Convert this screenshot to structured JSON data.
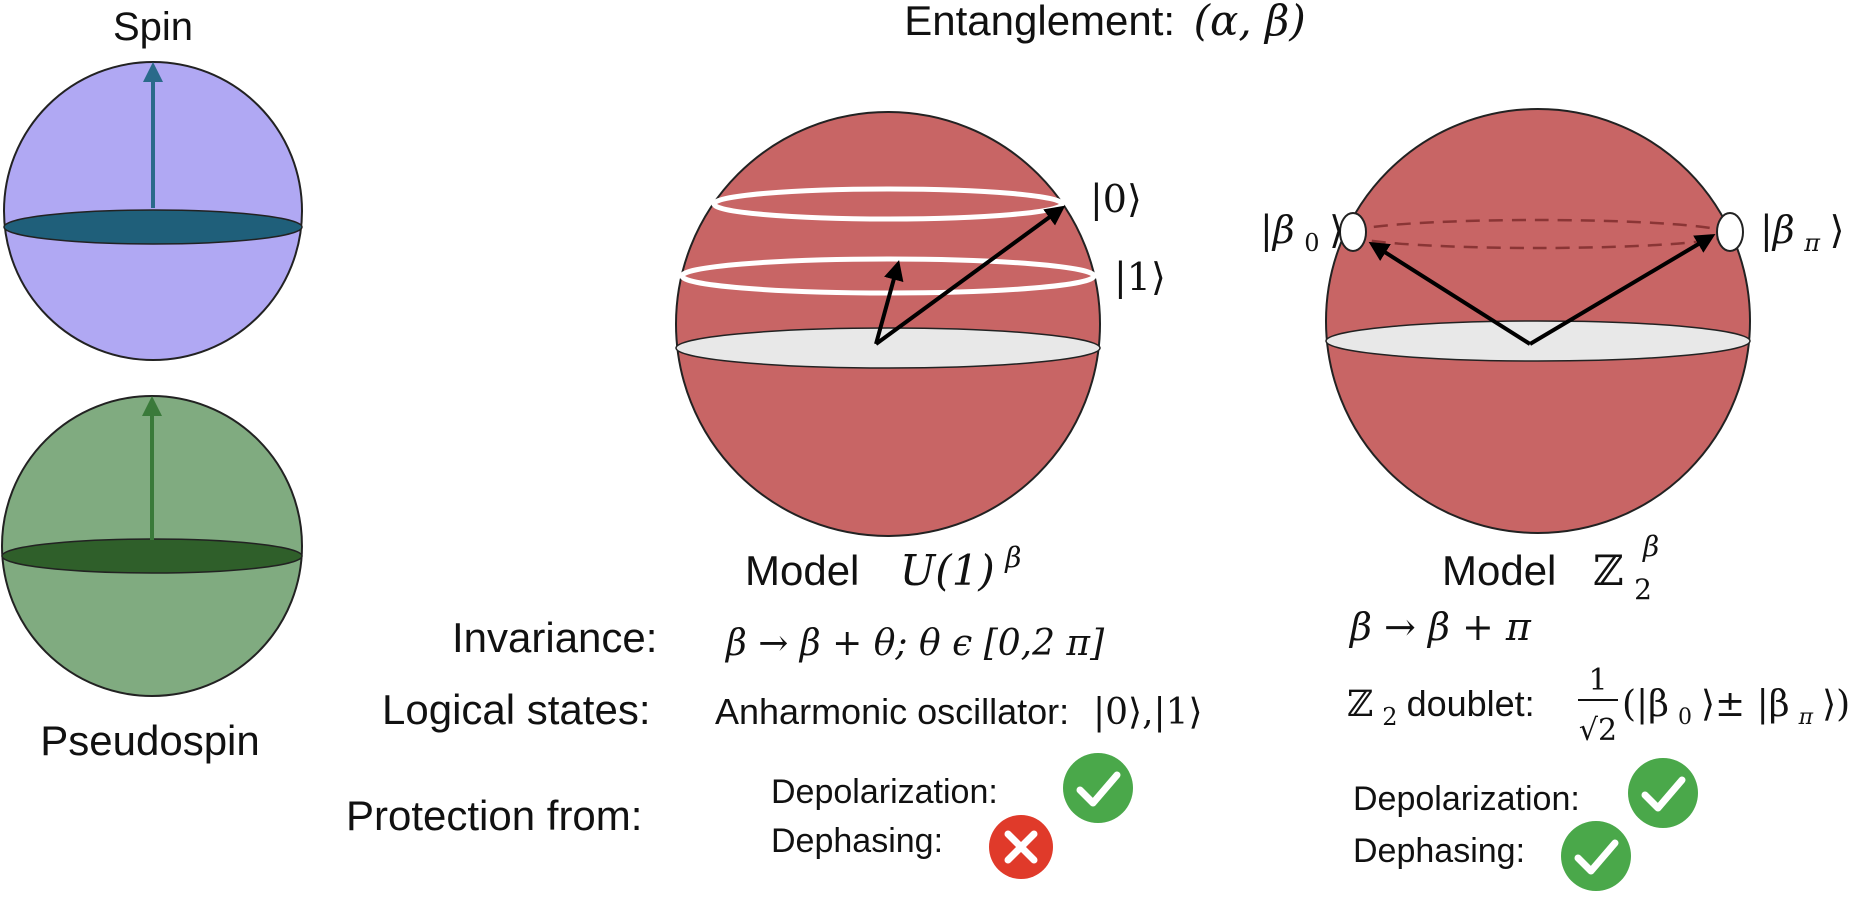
{
  "titles": {
    "spin": "Spin",
    "pseudospin": "Pseudospin",
    "entanglement": "Entanglement:",
    "entanglement_params": "(α, β)"
  },
  "model_u1": {
    "label": "Model",
    "group_base": "U(1)",
    "group_sup": "β",
    "state0": "|0⟩",
    "state1": "|1⟩",
    "invariance_label": "Invariance:",
    "invariance_expr": "β → β + θ;  θ ϵ [0,2 π]",
    "logical_label": "Logical states:",
    "logical_text": "Anharmonic oscillator:",
    "logical_states": "|0⟩,|1⟩",
    "protection_label": "Protection from:",
    "protection": [
      {
        "label": "Depolarization:",
        "status": "yes"
      },
      {
        "label": "Dephasing:",
        "status": "no"
      }
    ]
  },
  "model_z2": {
    "label": "Model",
    "group_base": "ℤ",
    "group_sub": "2",
    "group_sup": "β",
    "state_left_base": "|β",
    "state_left_sub": "0",
    "state_right_base": "|β",
    "state_right_sub": "π",
    "ket_close": "⟩",
    "invariance_expr": "β → β + π",
    "doublet_label_base": "ℤ",
    "doublet_label_sub": "2",
    "doublet_label_text": " doublet:",
    "frac_num": "1",
    "frac_den": "√2",
    "doublet_expr": "(|β",
    "doublet_sub0": "0",
    "doublet_mid": "⟩± |β",
    "doublet_subpi": "π",
    "doublet_end": "⟩)",
    "protection": [
      {
        "label": "Depolarization:",
        "status": "yes"
      },
      {
        "label": "Dephasing:",
        "status": "yes"
      }
    ]
  },
  "colors": {
    "spin_sphere": "#b0a8f3",
    "spin_equator": "#1f5f7a",
    "spin_arrow": "#2a6a8a",
    "pseudospin_sphere": "#80ab80",
    "pseudospin_equator": "#2f5f2a",
    "pseudospin_arrow": "#3a7a3a",
    "model_sphere": "#c86565",
    "equator_disk": "#e8e8e8",
    "check_green": "#4aa84a",
    "cross_red": "#e03a2a"
  }
}
